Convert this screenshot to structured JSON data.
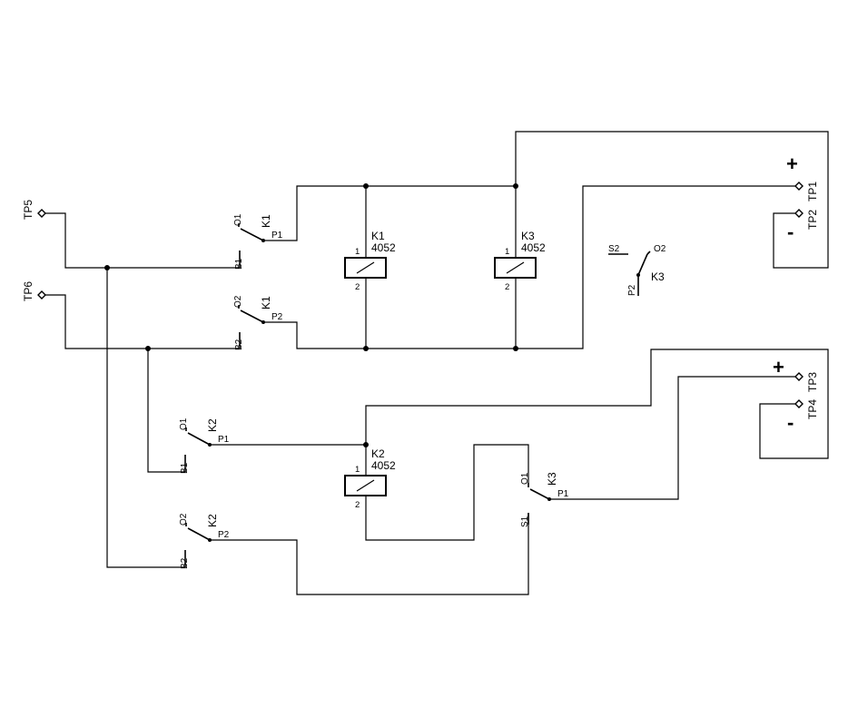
{
  "test_points": {
    "tp1": "TP1",
    "tp2": "TP2",
    "tp3": "TP3",
    "tp4": "TP4",
    "tp5": "TP5",
    "tp6": "TP6"
  },
  "polarity": {
    "plus": "+",
    "minus": "-"
  },
  "relays": {
    "k1": {
      "ref": "K1",
      "value": "4052",
      "pin1": "1",
      "pin2": "2"
    },
    "k2": {
      "ref": "K2",
      "value": "4052",
      "pin1": "1",
      "pin2": "2"
    },
    "k3": {
      "ref": "K3",
      "value": "4052",
      "pin1": "1",
      "pin2": "2"
    }
  },
  "contacts": {
    "k1a": {
      "ref": "K1",
      "o": "O1",
      "p": "P1",
      "b": "B1"
    },
    "k1b": {
      "ref": "K1",
      "o": "O2",
      "p": "P2",
      "b": "B2"
    },
    "k2a": {
      "ref": "K2",
      "o": "O1",
      "p": "P1",
      "b": "B1"
    },
    "k2b": {
      "ref": "K2",
      "o": "O2",
      "p": "P2",
      "b": "B2"
    },
    "k3a": {
      "ref": "K3",
      "o": "O1",
      "p": "P1",
      "s": "S1"
    },
    "k3b": {
      "ref": "K3",
      "o": "O2",
      "p": "P2",
      "s": "S2"
    }
  }
}
